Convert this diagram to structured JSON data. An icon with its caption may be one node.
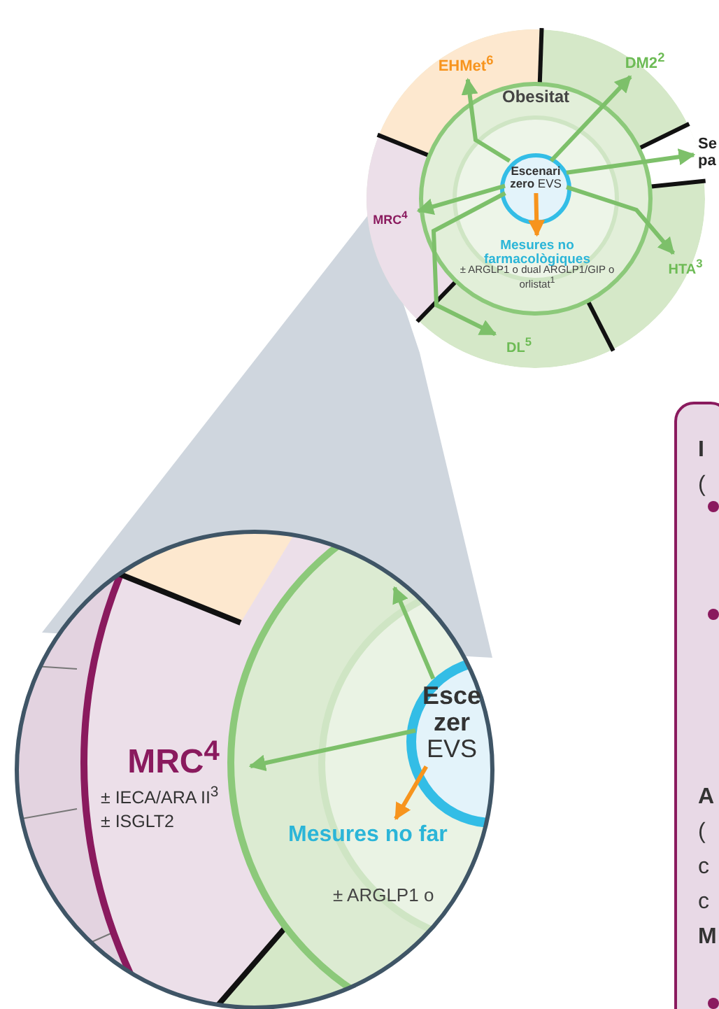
{
  "diagram": {
    "nodes": [
      {
        "text": [
          "EHMet$^{6}$"
        ]
      },
      {
        "text": [
          "DM2$^{2}$"
        ]
      },
      {
        "text": [
          "Se pa"
        ]
      },
      {
        "text": [
          "Obesitat"
        ]
      },
      {
        "text": [
          "**Escenari zero** EVS"
        ]
      },
      {
        "text": [
          "MRC$^{4}$"
        ]
      },
      {
        "text": [
          "Mesures no farmacològiques"
        ]
      },
      {
        "text": [
          "HTA$^{3}$"
        ]
      },
      {
        "text": [
          "DL$^{5}$"
        ]
      },
      {
        "text": [
          "MRC$^{4}$",
          "± IECA/ARA II$^{3}$ ± ISGLT2"
        ]
      },
      {
        "text": [
          "**Esce zer** EVS"
        ]
      },
      {
        "text": [
          "Mesures no far"
        ]
      },
      {
        "text": [
          "**I** (",
          "**A** ( c c **M**"
        ]
      }
    ],
    "edges": [
      {
        "from": 4,
        "to": 0,
        "arrow": "to"
      },
      {
        "from": 4,
        "to": 1,
        "arrow": "to"
      },
      {
        "from": 4,
        "to": 2,
        "arrow": "to"
      },
      {
        "from": 4,
        "to": 5,
        "arrow": "to"
      },
      {
        "from": 4,
        "to": 6,
        "arrow": "to",
        "color": "#f7941d"
      },
      {
        "from": 4,
        "to": 7,
        "arrow": "to"
      },
      {
        "from": 4,
        "to": 8,
        "arrow": "to"
      },
      {
        "from": 10,
        "to": 9,
        "arrow": "to"
      },
      {
        "from": 10,
        "to": 11,
        "arrow": "to",
        "color": "#f7941d"
      },
      {
        "from": 10,
        "to": null,
        "arrow": "to"
      }
    ],
    "labels": [
      "± ARGLP1 o dual ARGLP1/GIP o orlistat$^{1}$",
      "± ARGLP1 o"
    ]
  }
}
